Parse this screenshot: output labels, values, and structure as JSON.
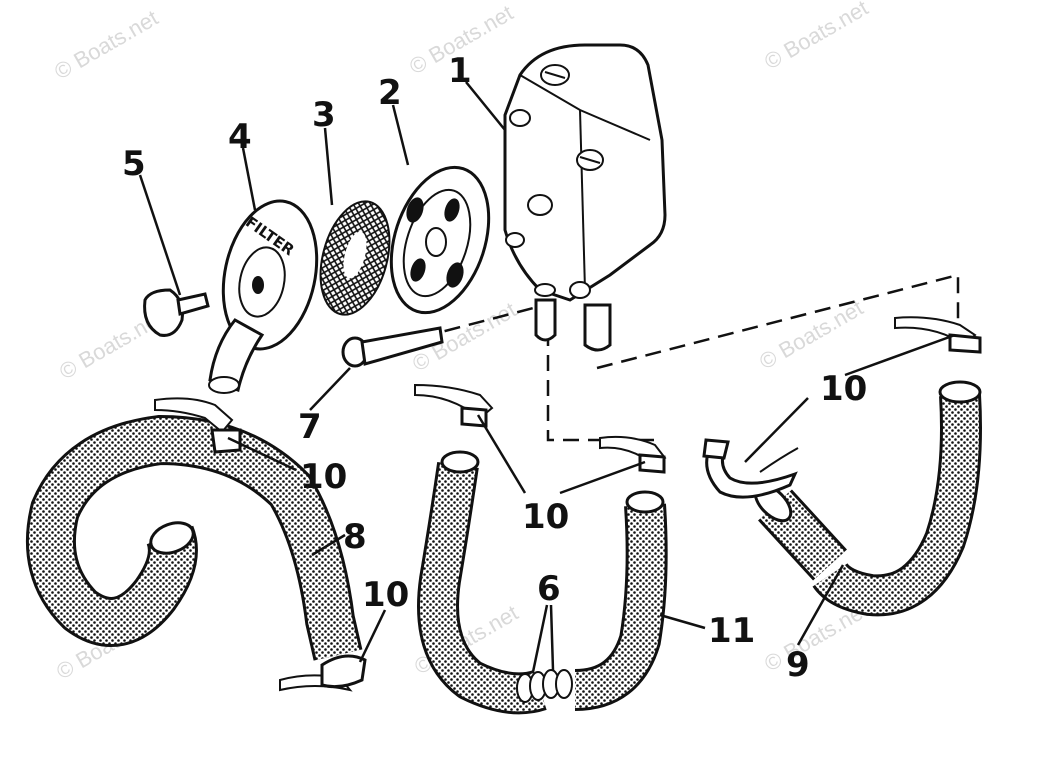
{
  "diagram": {
    "callouts": {
      "c1": "1",
      "c2": "2",
      "c3": "3",
      "c4": "4",
      "c5": "5",
      "c6": "6",
      "c7": "7",
      "c8": "8",
      "c9": "9",
      "c10a": "10",
      "c10b": "10",
      "c10c": "10",
      "c10d": "10",
      "c11": "11"
    },
    "filter_cover_lettering": "FILTER",
    "watermark": "© Boats.net",
    "watermark_short": "Boats.net"
  },
  "colors": {
    "ink": "#111111",
    "paper": "#ffffff",
    "watermark": "#d9d9d9"
  }
}
